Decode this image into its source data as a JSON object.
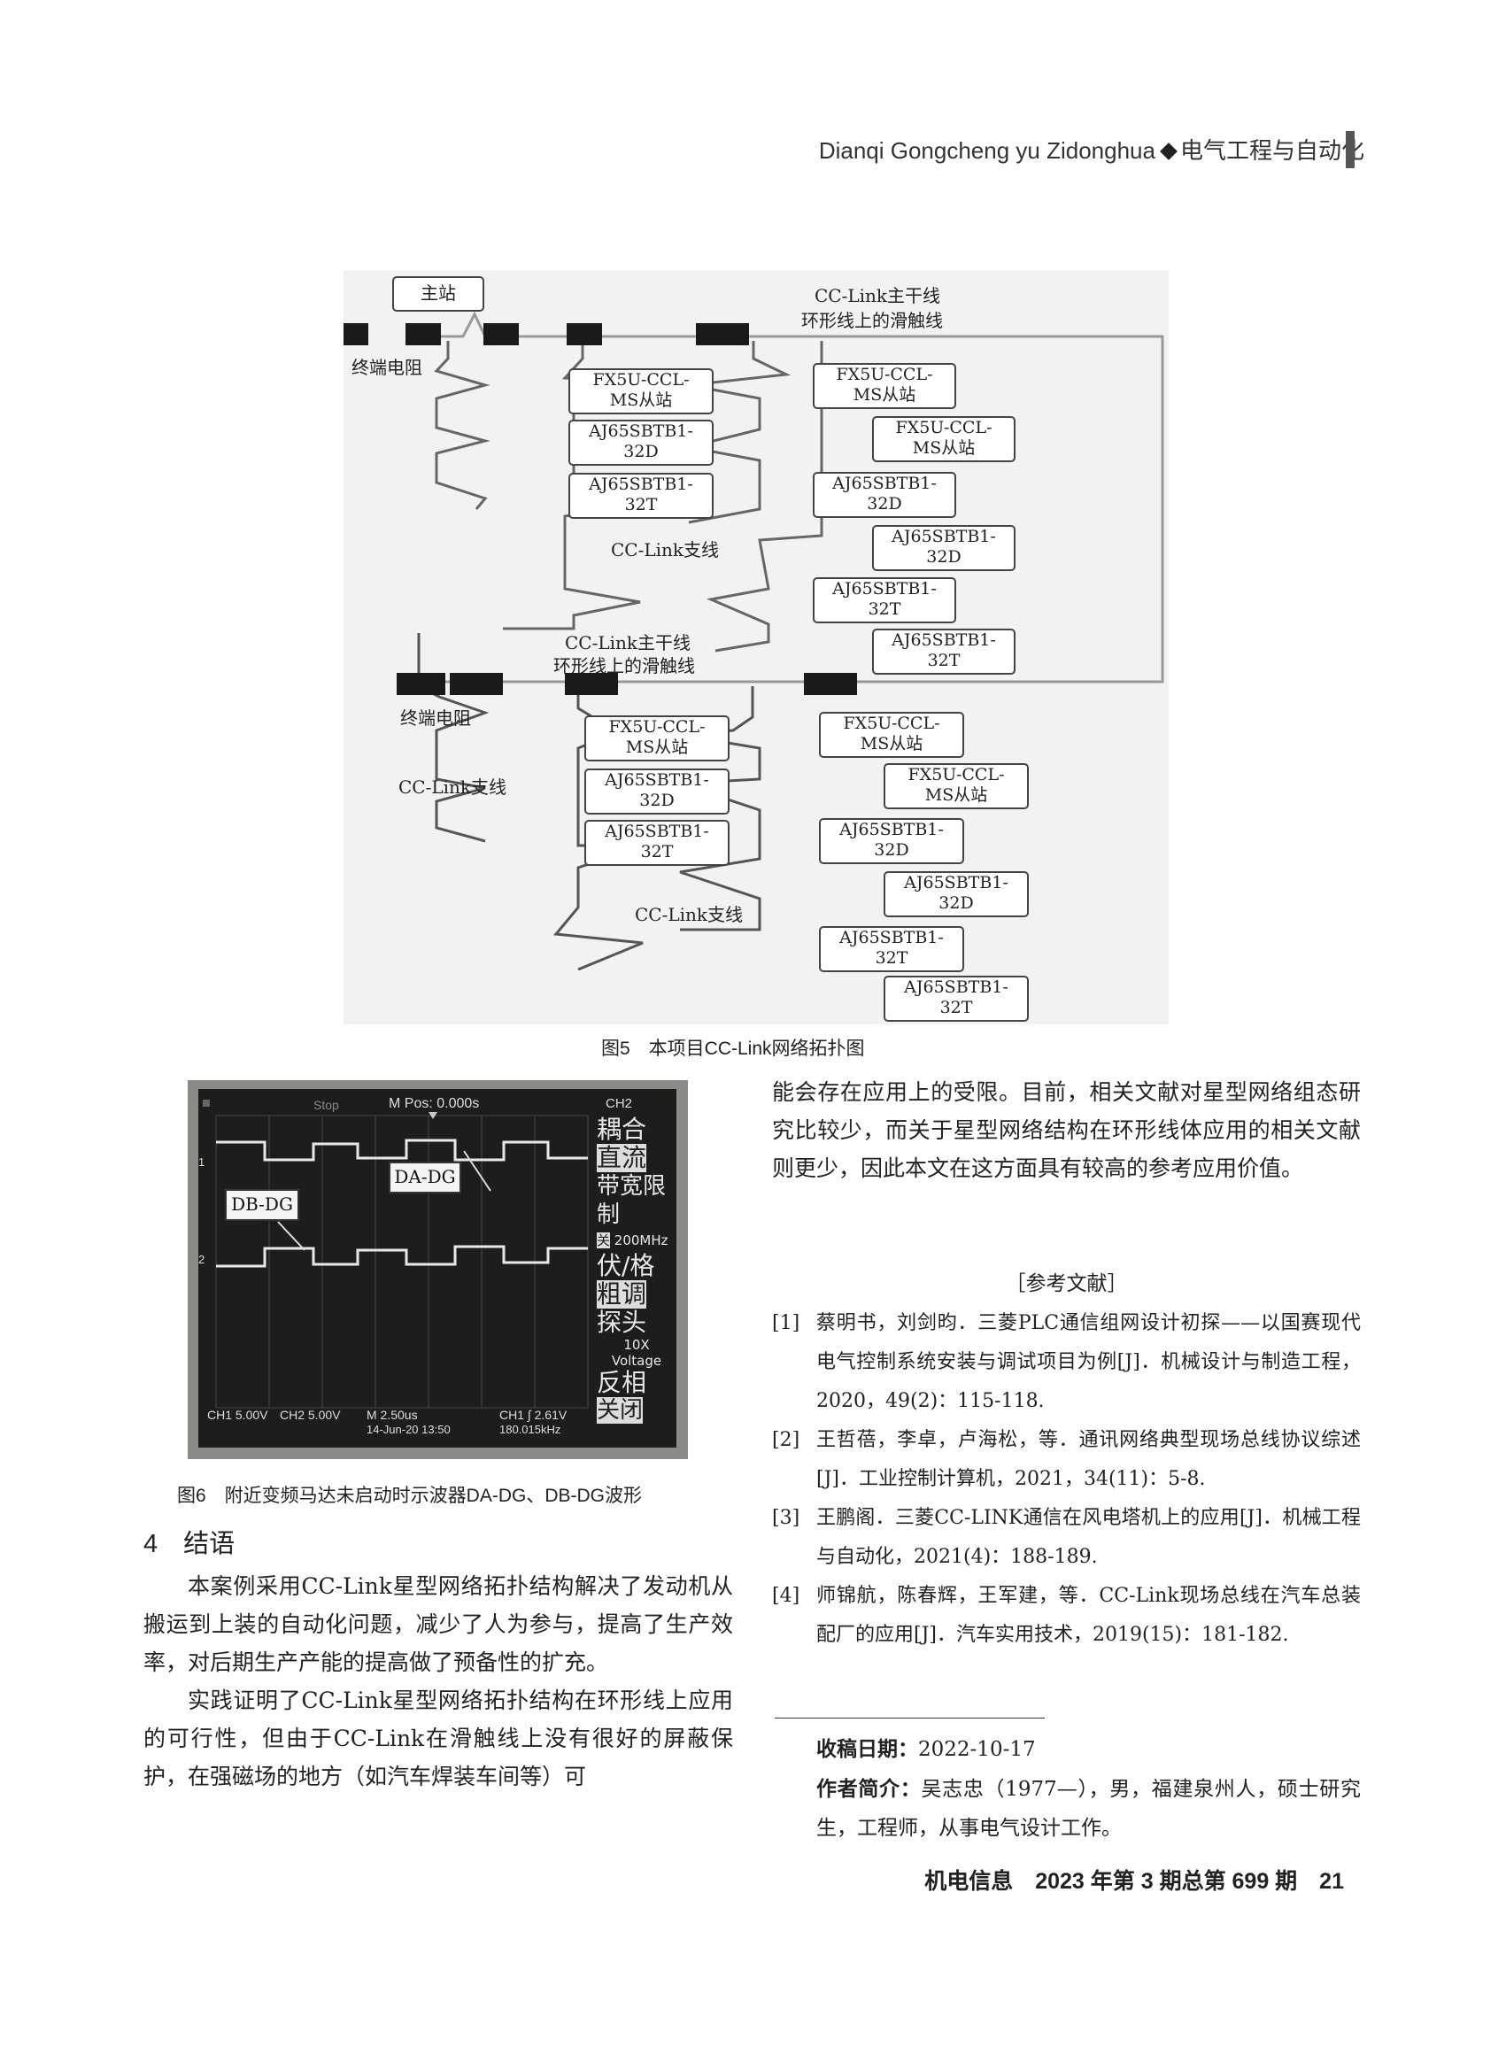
{
  "header": {
    "pinyin": "Dianqi Gongcheng yu Zidonghua",
    "title": "电气工程与自动化"
  },
  "figure5": {
    "caption": "图5　本项目CC-Link网络拓扑图",
    "master_station": "主站",
    "terminal_resistor": "终端电阻",
    "trunk_line_1": "CC-Link主干线",
    "trunk_line_2": "环形线上的滑触线",
    "branch_line": "CC-Link支线",
    "fx5u_1": "FX5U-CCL-",
    "fx5u_2": "MS从站",
    "aj32d_1": "AJ65SBTB1-",
    "aj32d_2": "32D",
    "aj32t_1": "AJ65SBTB1-",
    "aj32t_2": "32T"
  },
  "figure6": {
    "caption": "图6　附近变频马达未启动时示波器DA-DG、DB-DG波形",
    "scope": {
      "stop": "Stop",
      "mpos": "M Pos: 0.000s",
      "ch2": "CH2",
      "coupling": "耦合",
      "dc": "直流",
      "bw_limit": "带宽限制",
      "off1": "关",
      "bw": "200MHz",
      "volts_div": "伏/格",
      "coarse": "粗调",
      "probe": "探头",
      "probe_x": "10X",
      "voltage": "Voltage",
      "invert": "反相",
      "off2": "关闭",
      "label_da": "DA-DG",
      "label_db": "DB-DG",
      "ch1_scale": "CH1  5.00V",
      "ch2_scale": "CH2  5.00V",
      "time_scale": "M 2.50us",
      "date": "14-Jun-20 13:50",
      "trig": "CH1 ∫ 2.61V",
      "freq": "180.015kHz",
      "marker1": "1",
      "marker2": "2"
    }
  },
  "section4": {
    "heading": "4　结语",
    "p1": "本案例采用CC-Link星型网络拓扑结构解决了发动机从搬运到上装的自动化问题，减少了人为参与，提高了生产效率，对后期生产产能的提高做了预备性的扩充。",
    "p2": "实践证明了CC-Link星型网络拓扑结构在环形线上应用的可行性，但由于CC-Link在滑触线上没有很好的屏蔽保护，在强磁场的地方（如汽车焊装车间等）可"
  },
  "right_col": {
    "p_cont": "能会存在应用上的受限。目前，相关文献对星型网络组态研究比较少，而关于星型网络结构在环形线体应用的相关文献则更少，因此本文在这方面具有较高的参考应用价值。",
    "refs_title": "［参考文献］",
    "refs": [
      {
        "num": "[1]",
        "text": "蔡明书，刘剑昀．三菱PLC通信组网设计初探——以国赛现代电气控制系统安装与调试项目为例[J]．机械设计与制造工程，2020，49(2)：115-118."
      },
      {
        "num": "[2]",
        "text": "王哲蓓，李卓，卢海松，等．通讯网络典型现场总线协议综述[J]．工业控制计算机，2021，34(11)：5-8."
      },
      {
        "num": "[3]",
        "text": "王鹏阁．三菱CC-LINK通信在风电塔机上的应用[J]．机械工程与自动化，2021(4)：188-189."
      },
      {
        "num": "[4]",
        "text": "师锦航，陈春辉，王军建，等．CC-Link现场总线在汽车总装配厂的应用[J]．汽车实用技术，2019(15)：181-182."
      }
    ],
    "received_label": "收稿日期：",
    "received_value": "2022-10-17",
    "author_label": "作者简介：",
    "author_value": "吴志忠（1977—），男，福建泉州人，硕士研究生，工程师，从事电气设计工作。"
  },
  "footer": {
    "text": "机电信息　2023 年第 3 期总第 699 期　21"
  }
}
